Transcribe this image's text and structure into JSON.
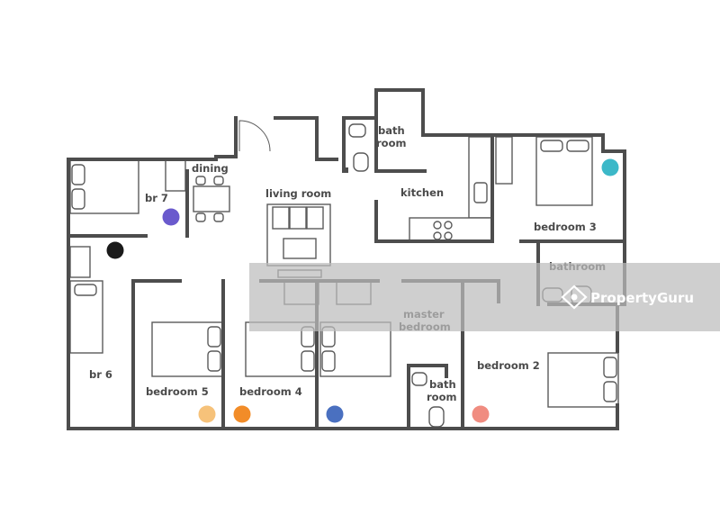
{
  "rooms": {
    "dining": "dining",
    "br7": "br 7",
    "living": "living room",
    "bath_top": [
      "bath",
      "room"
    ],
    "kitchen": "kitchen",
    "bedroom3": "bedroom 3",
    "bathroom": "bathroom",
    "master": [
      "master",
      "bedroom"
    ],
    "bedroom2": "bedroom 2",
    "bath_lower": [
      "bath",
      "room"
    ],
    "bedroom4": "bedroom 4",
    "bedroom5": "bedroom 5",
    "br6": "br 6"
  },
  "markers": {
    "br7": "#6a5acd",
    "br6_black": "#1a1a1a",
    "bedroom3": "#3cb8c8",
    "bedroom5": "#f6c27a",
    "bedroom4": "#f28c28",
    "master": "#4a70c0",
    "bedroom2": "#f08c80"
  },
  "watermark": {
    "text": "PropertyGuru",
    "icon": "propertyguru-logo-icon"
  }
}
